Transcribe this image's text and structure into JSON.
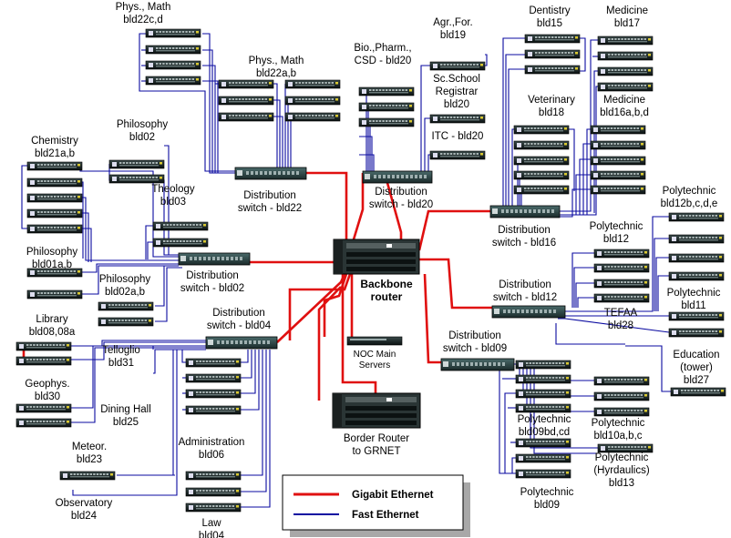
{
  "backbone": {
    "label_line1": "Backbone",
    "label_line2": "router"
  },
  "border": {
    "label_line1": "Border Router",
    "label_line2": "to GRNET"
  },
  "noc": {
    "label_line1": "NOC Main",
    "label_line2": "Servers"
  },
  "switches": [
    {
      "id": "sw22",
      "line1": "Distribution",
      "line2": "switch - bld22"
    },
    {
      "id": "sw20",
      "line1": "Distribution",
      "line2": "switch - bld20"
    },
    {
      "id": "sw16",
      "line1": "Distribution",
      "line2": "switch - bld16"
    },
    {
      "id": "sw02",
      "line1": "Distribution",
      "line2": "switch - bld02"
    },
    {
      "id": "sw04",
      "line1": "Distribution",
      "line2": "switch - bld04"
    },
    {
      "id": "sw12",
      "line1": "Distribution",
      "line2": "switch - bld12"
    },
    {
      "id": "sw09",
      "line1": "Distribution",
      "line2": "switch - bld09"
    }
  ],
  "buildings": [
    {
      "id": "b22cd",
      "line1": "Phys., Math",
      "line2": "bld22c,d"
    },
    {
      "id": "b22ab",
      "line1": "Phys., Math",
      "line2": "bld22a,b"
    },
    {
      "id": "b20",
      "line1": "Bio.,Pharm.,",
      "line2": "CSD - bld20"
    },
    {
      "id": "b19",
      "line1": "Agr.,For.",
      "line2": "bld19"
    },
    {
      "id": "b20r",
      "line1": "Sc.School",
      "line2": "Registrar",
      "line3": "bld20"
    },
    {
      "id": "b20itc",
      "line1": "ITC - bld20"
    },
    {
      "id": "b15",
      "line1": "Dentistry",
      "line2": "bld15"
    },
    {
      "id": "b17",
      "line1": "Medicine",
      "line2": "bld17"
    },
    {
      "id": "b18",
      "line1": "Veterinary",
      "line2": "bld18"
    },
    {
      "id": "b16",
      "line1": "Medicine",
      "line2": "bld16a,b,d"
    },
    {
      "id": "b21",
      "line1": "Chemistry",
      "line2": "bld21a,b"
    },
    {
      "id": "b02",
      "line1": "Philosophy",
      "line2": "bld02"
    },
    {
      "id": "b03",
      "line1": "Theology",
      "line2": "bld03"
    },
    {
      "id": "b01",
      "line1": "Philosophy",
      "line2": "bld01a,b"
    },
    {
      "id": "b02ab",
      "line1": "Philosophy",
      "line2": "bld02a,b"
    },
    {
      "id": "b08",
      "line1": "Library",
      "line2": "bld08,08a"
    },
    {
      "id": "b31",
      "line1": "Telloglio",
      "line2": "bld31"
    },
    {
      "id": "b30",
      "line1": "Geophys.",
      "line2": "bld30"
    },
    {
      "id": "b25",
      "line1": "Dining Hall",
      "line2": "bld25"
    },
    {
      "id": "b06",
      "line1": "Administration",
      "line2": "bld06"
    },
    {
      "id": "b23",
      "line1": "Meteor.",
      "line2": "bld23"
    },
    {
      "id": "b24",
      "line1": "Observatory",
      "line2": "bld24"
    },
    {
      "id": "b04",
      "line1": "Law",
      "line2": "bld04"
    },
    {
      "id": "b12bcde",
      "line1": "Polytechnic",
      "line2": "bld12b,c,d,e"
    },
    {
      "id": "b12",
      "line1": "Polytechnic",
      "line2": "bld12"
    },
    {
      "id": "b11",
      "line1": "Polytechnic",
      "line2": "bld11"
    },
    {
      "id": "b28",
      "line1": "TEFAA",
      "line2": "bld28"
    },
    {
      "id": "b27",
      "line1": "Education",
      "line2": "(tower)",
      "line3": "bld27"
    },
    {
      "id": "b09bdcd",
      "line1": "Polytechnic",
      "line2": "bld09bd,cd"
    },
    {
      "id": "b10",
      "line1": "Polytechnic",
      "line2": "bld10a,b,c"
    },
    {
      "id": "b13",
      "line1": "Polytechnic",
      "line2": "(Hyrdaulics)",
      "line3": "bld13"
    },
    {
      "id": "b09",
      "line1": "Polytechnic",
      "line2": "bld09"
    }
  ],
  "legend": {
    "gigabit": {
      "label": "Gigabit Ethernet",
      "color": "#e01010"
    },
    "fast": {
      "label": "Fast Ethernet",
      "color": "#0a0aa0"
    }
  }
}
